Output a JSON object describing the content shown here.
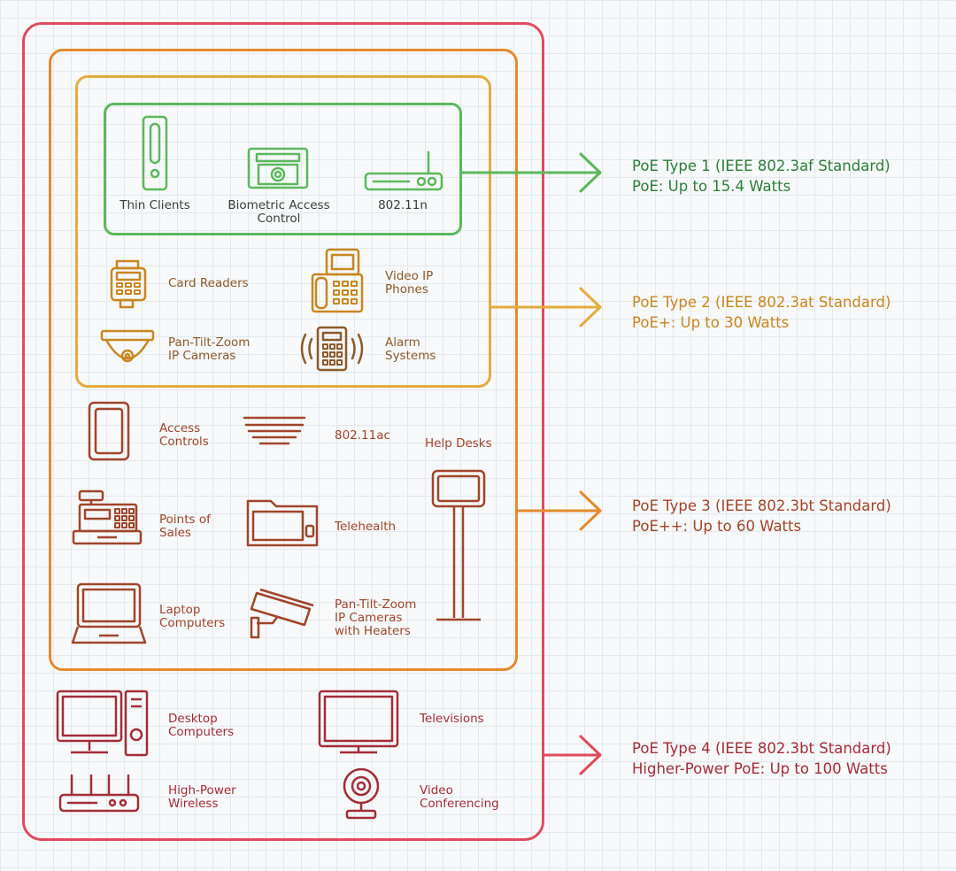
{
  "colors": {
    "type1": "#5cb85c",
    "type2": "#e3ac3f",
    "type3": "#e58a2d",
    "type4": "#e04b5f",
    "type1_text": "#2e7d3a",
    "type2_text": "#c8871f",
    "type3_text": "#a0452a",
    "type4_text": "#a32d38"
  },
  "standards": [
    {
      "name": "PoE Type 1 (IEEE 802.3af Standard)",
      "power": "PoE: Up to 15.4 Watts"
    },
    {
      "name": "PoE Type 2 (IEEE 802.3at Standard)",
      "power": "PoE+: Up to 30 Watts"
    },
    {
      "name": "PoE Type 3 (IEEE 802.3bt Standard)",
      "power": "PoE++: Up to 60 Watts"
    },
    {
      "name": "PoE Type 4 (IEEE 802.3bt Standard)",
      "power": "Higher-Power PoE: Up to 100 Watts"
    }
  ],
  "devices": {
    "type1": [
      {
        "label": "Thin Clients",
        "icon": "thin-client-icon"
      },
      {
        "label": "Biometric Access\nControl",
        "icon": "fingerprint-reader-icon"
      },
      {
        "label": "802.11n",
        "icon": "router-icon"
      }
    ],
    "type2": [
      {
        "label": "Card Readers",
        "icon": "card-reader-icon"
      },
      {
        "label": "Video IP\nPhones",
        "icon": "video-phone-icon"
      },
      {
        "label": "Pan-Tilt-Zoom\nIP Cameras",
        "icon": "dome-camera-icon"
      },
      {
        "label": "Alarm\nSystems",
        "icon": "alarm-keypad-icon"
      }
    ],
    "type3": [
      {
        "label": "Access\nControls",
        "icon": "access-panel-icon"
      },
      {
        "label": "802.11ac",
        "icon": "access-point-icon"
      },
      {
        "label": "Help Desks",
        "icon": "kiosk-icon"
      },
      {
        "label": "Points of\nSales",
        "icon": "cash-register-icon"
      },
      {
        "label": "Telehealth",
        "icon": "telehealth-tablet-icon"
      },
      {
        "label": "Laptop\nComputers",
        "icon": "laptop-icon"
      },
      {
        "label": "Pan-Tilt-Zoom\nIP Cameras\nwith Heaters",
        "icon": "security-camera-icon"
      }
    ],
    "type4": [
      {
        "label": "Desktop\nComputers",
        "icon": "desktop-computer-icon"
      },
      {
        "label": "Televisions",
        "icon": "television-icon"
      },
      {
        "label": "High-Power\nWireless",
        "icon": "wireless-router-icon"
      },
      {
        "label": "Video\nConferencing",
        "icon": "webcam-icon"
      }
    ]
  }
}
